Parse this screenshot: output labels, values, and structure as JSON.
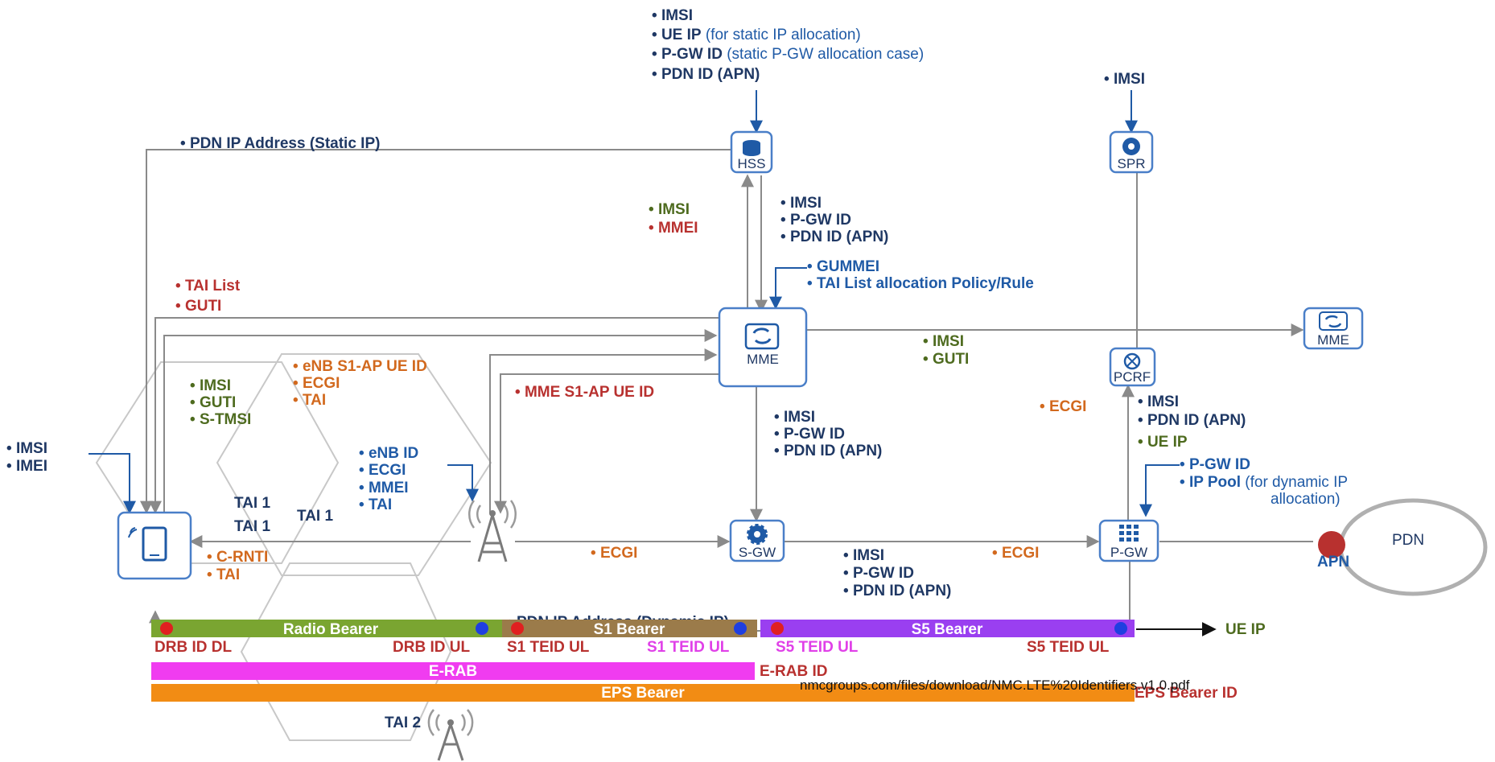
{
  "colors": {
    "navy": "#1f3864",
    "blue": "#1f5aa6",
    "red": "#b8312f",
    "orange": "#d2691e",
    "green": "#4e6b1f",
    "pink": "#e040e8",
    "radio_bearer": "#7aa531",
    "s1_bearer": "#9b7b4a",
    "s5_bearer": "#9a3ff0",
    "erab": "#f03cf0",
    "eps_bearer": "#f28c14"
  },
  "nodes": {
    "hss": "HSS",
    "spr": "SPR",
    "mme": "MME",
    "mme_peer": "MME",
    "pcrf": "PCRF",
    "sgw": "S-GW",
    "pgw": "P-GW",
    "pdn": "PDN",
    "apn": "APN"
  },
  "icons": {
    "hss": "database-icon",
    "spr": "gear-icon",
    "mme": "sync-icon",
    "pcrf": "crossed-circle-icon",
    "sgw": "gear-icon",
    "pgw": "keypad-icon",
    "ue": "mobile-phone-icon",
    "enb": "cell-tower-icon"
  },
  "labels": {
    "hss_top": [
      {
        "bold": "IMSI",
        "rest": ""
      },
      {
        "bold": "UE IP",
        "rest": " (for static IP allocation)"
      },
      {
        "bold": "P-GW ID",
        "rest": " (static P-GW allocation case)"
      },
      {
        "bold": "PDN ID (APN)",
        "rest": ""
      }
    ],
    "spr_top": "IMSI",
    "pdn_ip_static": "PDN IP Address (Static IP)",
    "hss_mme_left": [
      "IMSI",
      "MMEI"
    ],
    "hss_mme_right": [
      "IMSI",
      "P-GW ID",
      "PDN ID (APN)"
    ],
    "mme_config": [
      "GUMMEI",
      "TAI List allocation Policy/Rule"
    ],
    "tai_guti": [
      "TAI List",
      "GUTI"
    ],
    "mme_peer_ids": [
      "IMSI",
      "GUTI"
    ],
    "enb_s1ap": [
      "eNB S1-AP UE ID",
      "ECGI",
      "TAI"
    ],
    "ue_ids_green": [
      "IMSI",
      "GUTI",
      "S-TMSI"
    ],
    "mme_s1ap": "MME S1-AP UE ID",
    "ue_left": [
      "IMSI",
      "IMEI"
    ],
    "enb_ids": [
      "eNB ID",
      "ECGI",
      "MMEI",
      "TAI"
    ],
    "mme_sgw": [
      "IMSI",
      "P-GW ID",
      "PDN ID (APN)"
    ],
    "pcrf_ecgi": "ECGI",
    "pcrf_pgw": [
      "IMSI",
      "PDN ID (APN)",
      "UE IP"
    ],
    "pgw_config": [
      {
        "bold": "P-GW ID",
        "rest": ""
      },
      {
        "bold": "IP Pool",
        "rest": " (for dynamic IP"
      },
      {
        "bold": "",
        "rest": "allocation)"
      }
    ],
    "tai_1a": "TAI 1",
    "tai_1b": "TAI 1",
    "tai_1c": "TAI 1",
    "tai_2": "TAI 2",
    "crnti": [
      "C-RNTI",
      "TAI"
    ],
    "ecgi_enb_sgw": "ECGI",
    "sgw_pgw": [
      "IMSI",
      "P-GW ID",
      "PDN ID (APN)"
    ],
    "ecgi_sgw_pgw": "ECGI",
    "pdn_ip_dynamic": "PDN IP Address (Dynamic IP)"
  },
  "bearers": {
    "radio": "Radio Bearer",
    "s1": "S1 Bearer",
    "s5": "S5 Bearer",
    "ue_ip": "UE IP",
    "drb_dl": "DRB ID DL",
    "drb_ul": "DRB ID UL",
    "s1_teid_ul": "S1 TEID UL",
    "s1_teid_ul_2": "S1 TEID UL",
    "s5_teid_ul": "S5 TEID UL",
    "s5_teid_ul_2": "S5 TEID UL",
    "erab": "E-RAB",
    "erab_id": "E-RAB ID",
    "eps": "EPS Bearer",
    "eps_id": "EPS Bearer ID"
  },
  "source_url": "nmcgroups.com/files/download/NMC.LTE%20Identifiers.v1.0.pdf"
}
